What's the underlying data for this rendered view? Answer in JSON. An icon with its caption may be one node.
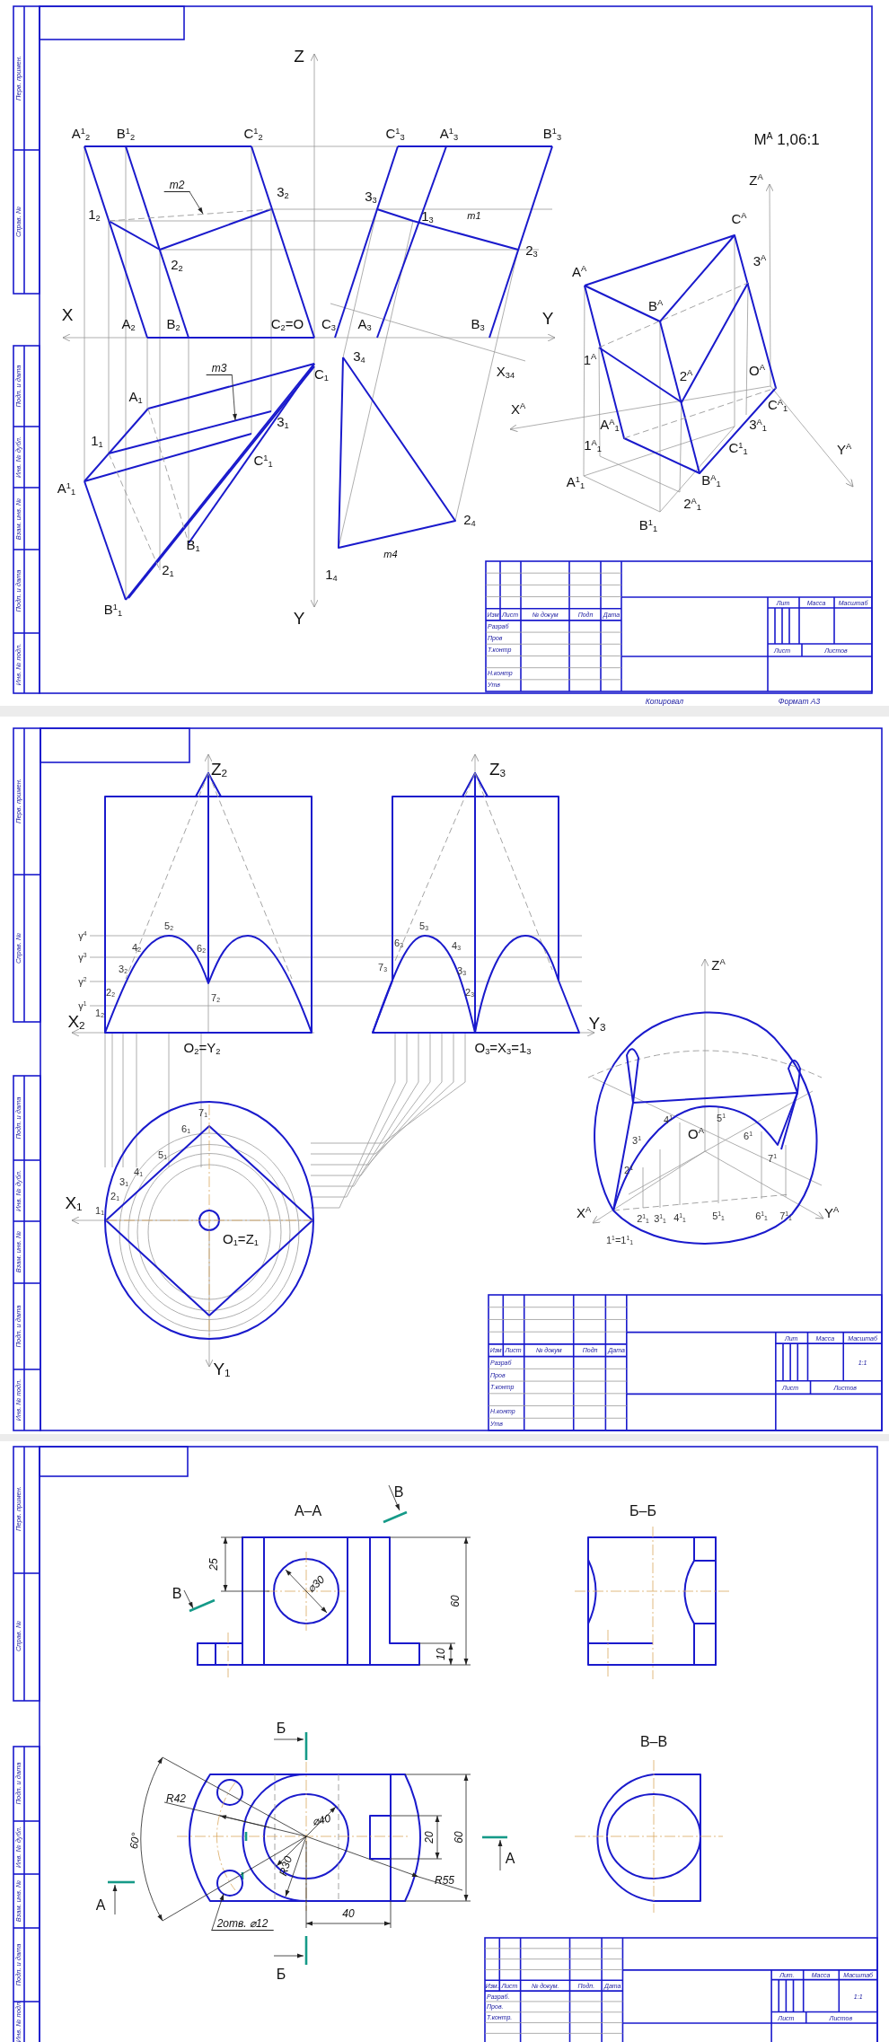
{
  "diagram": {
    "nodes": [
      {
        "text": [
          "m2"
        ]
      },
      {
        "text": [],
        "shape": "line"
      },
      {
        "text": [
          "m3"
        ]
      },
      {
        "text": [],
        "shape": "line"
      },
      {
        "text": [],
        "shape": "circle"
      },
      {
        "text": [
          "2отв. ⌀12"
        ]
      }
    ],
    "edges": [
      {
        "from": 0,
        "to": 1,
        "arrow": "to"
      },
      {
        "from": 2,
        "to": 3,
        "arrow": "to"
      },
      {
        "from": 5,
        "to": 4,
        "arrow": "to"
      }
    ],
    "labels": [
      "Z",
      "A$^{1}$$_{2}$",
      "B$^{1}$$_{2}$",
      "C$^{1}$$_{2}$",
      "C$^{1}$$_{3}$",
      "A$^{1}$$_{3}$",
      "B$^{1}$$_{3}$",
      "1$_{2}$",
      "3$_{2}$",
      "2$_{2}$",
      "3$_{3}$",
      "1$_{3}$",
      "m1",
      "2$_{3}$",
      "X",
      "A$_{2}$",
      "B$_{2}$",
      "C$_{2}$=O",
      "C$_{3}$",
      "A$_{3}$",
      "B$_{3}$",
      "Y",
      "C$_{1}$",
      "3$_{4}$",
      "X$_{34}$",
      "A$_{1}$",
      "3$_{1}$",
      "1$_{1}$",
      "C$^{1}$$_{1}$",
      "A$^{1}$$_{1}$",
      "B$_{1}$",
      "m4",
      "2$_{1}$",
      "1$_{4}$",
      "2$_{4}$",
      "B$^{1}$$_{1}$",
      "Y",
      "M$^{A}$ 1,06:1",
      "Z$^{A}$",
      "C$^{A}$",
      "3$^{A}$",
      "A$^{A}$",
      "B$^{A}$",
      "1$^{A}$",
      "2$^{A}$",
      "O$^{A}$",
      "X$^{A}$",
      "C$^{A}$$_{1}$",
      "A$^{A}$$_{1}$",
      "3$^{A}$$_{1}$",
      "1$^{A}$$_{1}$",
      "C$^{1}$$_{1}$",
      "Y$^{A}$",
      "A$^{1}$$_{1}$",
      "B$^{A}$$_{1}$",
      "2$^{A}$$_{1}$",
      "B$^{1}$$_{1}$",
      "Перв. примен.",
      "Справ. №",
      "Подп. и дата",
      "Инв. № дубл.",
      "Взам. инв. №",
      "Подп. и дата",
      "Инв. № подл.",
      "Изм",
      "Лист",
      "№ докум",
      "Подп",
      "Дата",
      "Разраб",
      "Пров",
      "Т.контр",
      "Н.контр",
      "Утв",
      "Лит",
      "Масса",
      "Масштаб",
      "Лист",
      "Листов",
      "Копировал",
      "Формат A3",
      "Z$_{2}$",
      "Z$_{3}$",
      "γ$^{4}$",
      "γ$^{3}$",
      "γ$^{2}$",
      "γ$^{1}$",
      "4$_{2}$",
      "5$_{2}$",
      "6$_{2}$",
      "3$_{2}$",
      "2$_{2}$",
      "7$_{2}$",
      "1$_{2}$",
      "X$_{2}$",
      "O$_{2}$=Y$_{2}$",
      "6$_{3}$",
      "5$_{3}$",
      "4$_{3}$",
      "7$_{3}$",
      "3$_{3}$",
      "2$_{3}$",
      "Y$_{3}$",
      "O$_{3}$=X$_{3}$=1$_{3}$",
      "Z$^{A}$",
      "7$_{1}$",
      "6$_{1}$",
      "5$_{1}$",
      "4$_{1}$",
      "3$_{1}$",
      "2$_{1}$",
      "X$_{1}$",
      "1$_{1}$",
      "O$_{1}$=Z$_{1}$",
      "Y$_{1}$",
      "4$^{1}$",
      "O$^{A}$",
      "5$^{1}$",
      "6$^{1}$",
      "3$^{1}$",
      "7$^{1}$",
      "2$^{1}$",
      "X$^{A}$",
      "2$^{1}$$_{1}$",
      "3$^{1}$$_{1}$",
      "4$^{1}$$_{1}$",
      "5$^{1}$$_{1}$",
      "6$^{1}$$_{1}$",
      "7$^{1}$$_{1}$",
      "Y$^{A}$",
      "1$^{1}$=1$^{1}$$_{1}$",
      "Перв. примен.",
      "Справ. №",
      "Подп. и дата",
      "Инв. № дубл.",
      "Взам. инв. №",
      "Подп. и дата",
      "Инв. № подл.",
      "Изм",
      "Лист",
      "№ докум",
      "Подп",
      "Дата",
      "Разраб",
      "Пров",
      "Т.контр",
      "Н.контр",
      "Утв",
      "Лит",
      "Масса",
      "Масштаб",
      "1:1",
      "Лист",
      "Листов",
      "А–А",
      "В",
      "В",
      "25",
      "⌀30",
      "60",
      "10",
      "Б–Б",
      "Б",
      "В–В",
      "R42",
      "60°",
      "⌀40",
      "20",
      "60",
      "А",
      "А",
      "R30",
      "R55",
      "40",
      "Б",
      "Перв. примен.",
      "Справ. №",
      "Подп. и дата",
      "Инв. № дубл.",
      "Взам. инв. №",
      "Подп. и дата",
      "Инв. № подл.",
      "Изм.",
      "Лист",
      "№ докум.",
      "Подп.",
      "Дата",
      "Разраб.",
      "Пров.",
      "Т.контр.",
      "Лит.",
      "Масса",
      "Масштаб",
      "1:1",
      "Лист",
      "Листов"
    ]
  }
}
